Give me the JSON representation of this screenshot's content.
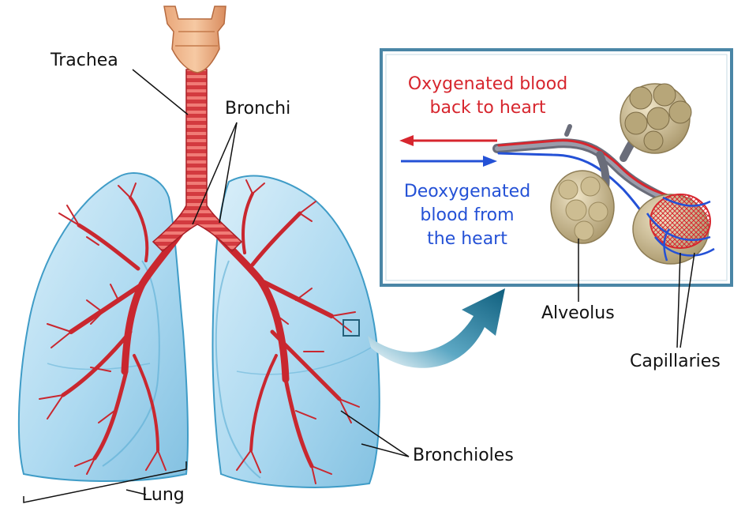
{
  "labels": {
    "trachea": "Trachea",
    "bronchi": "Bronchi",
    "bronchioles": "Bronchioles",
    "lung": "Lung",
    "alveolus": "Alveolus",
    "capillaries": "Capillaries"
  },
  "inset": {
    "oxygenated": [
      "Oxygenated blood",
      "back to heart"
    ],
    "deoxygenated": [
      "Deoxygenated",
      "blood from",
      "the heart"
    ]
  },
  "colors": {
    "oxygenated": "#d7262e",
    "deoxygenated": "#2451d6",
    "lung_fill": "#9fd3ee",
    "lung_edge": "#3f9cc7",
    "airway": "#d9363e",
    "inset_frame": "#4a86a6",
    "alveolus": "#c9b98f",
    "arrow": "#1f6f8c"
  }
}
